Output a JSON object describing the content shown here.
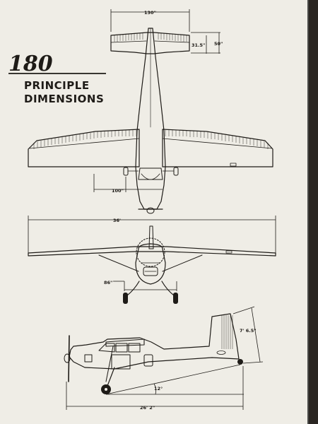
{
  "model_number": "180",
  "heading_line1": "PRINCIPLE",
  "heading_line2": "DIMENSIONS",
  "dimensions": {
    "stabilizer_span": "130\"",
    "elevator_chord": "31.5\"",
    "stabilizer_chord": "50\"",
    "main_gear_offset": "100\"",
    "wing_span": "36'",
    "front_width": "86\"",
    "height": "7' 6.5\"",
    "ground_angle": "12°",
    "length": "26' 2\""
  },
  "colors": {
    "paper": "#efede6",
    "ink": "#1e1b17",
    "background": "#2a2622"
  }
}
